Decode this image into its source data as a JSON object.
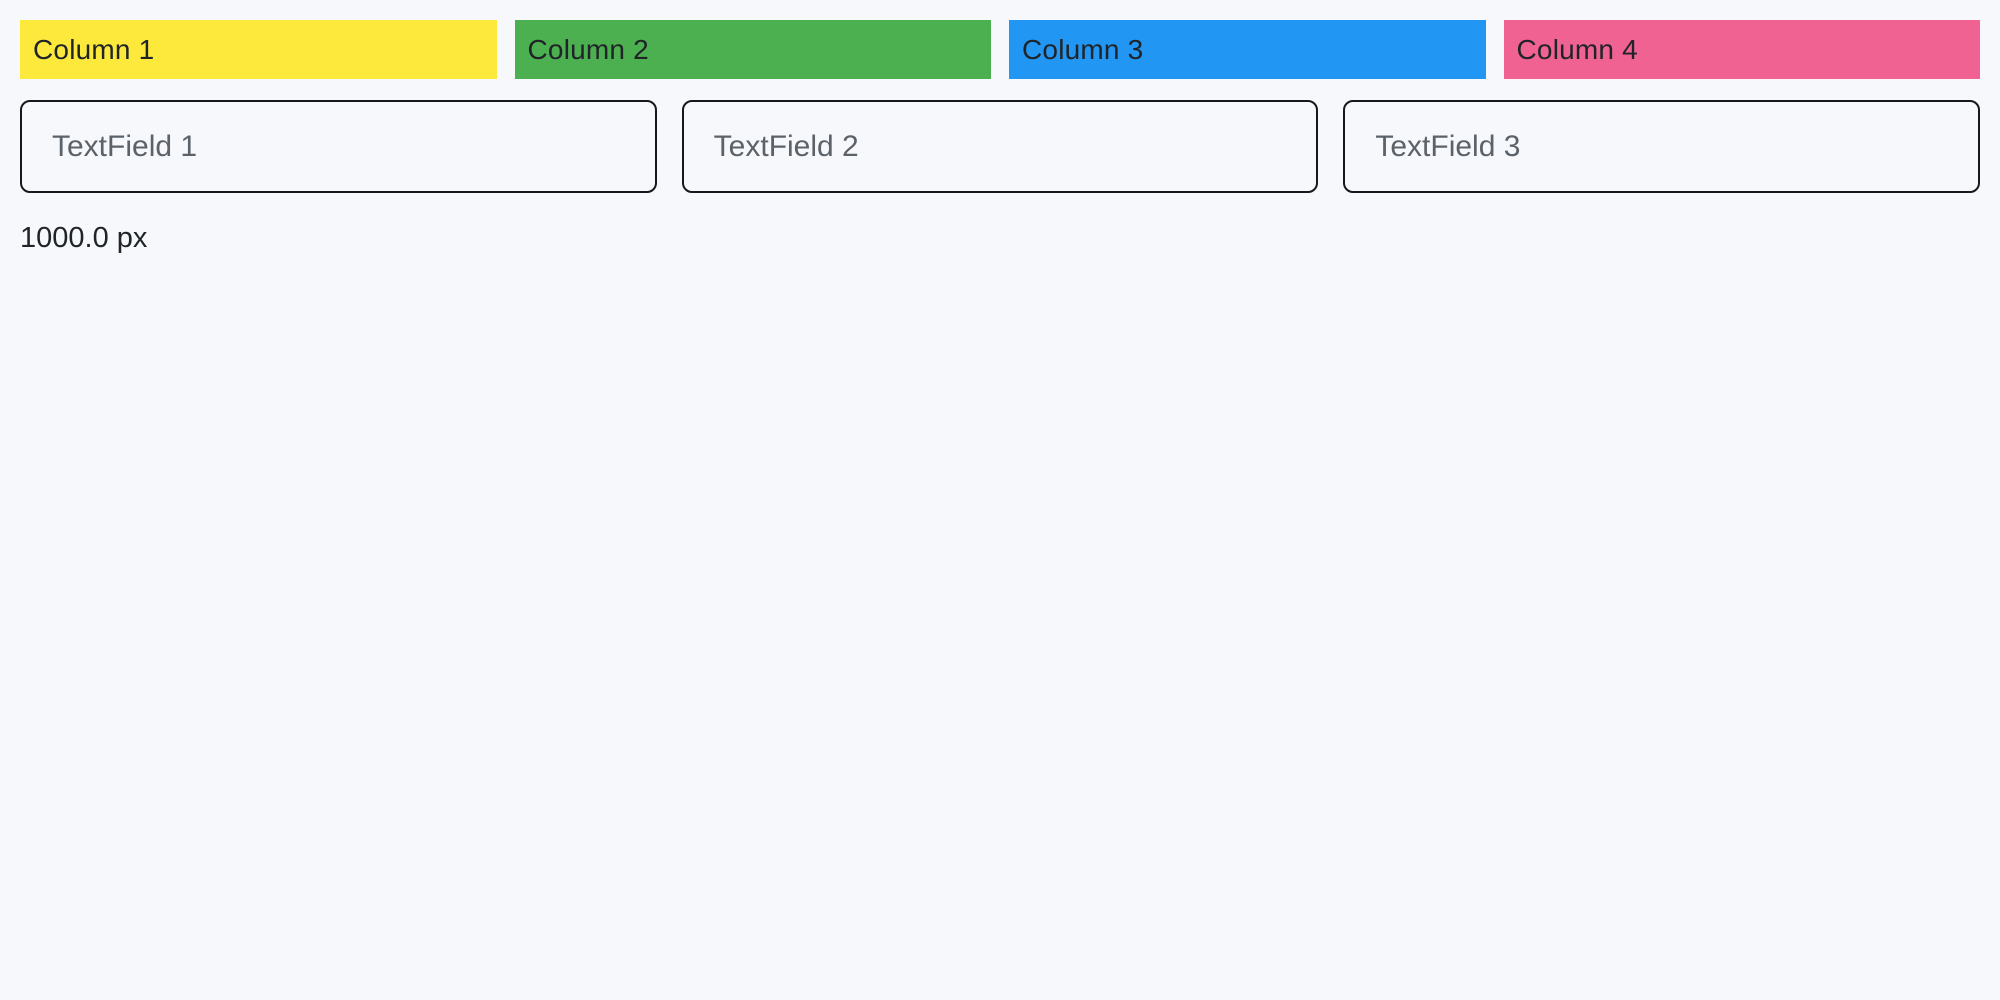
{
  "page": {
    "background_color": "#F7F8FB",
    "width_label": "1000.0 px"
  },
  "columns": [
    {
      "label": "Column 1",
      "color": "#FDE93B"
    },
    {
      "label": "Column 2",
      "color": "#4CAF50"
    },
    {
      "label": "Column 3",
      "color": "#2196F3"
    },
    {
      "label": "Column 4",
      "color": "#F06292"
    }
  ],
  "textfields": [
    {
      "placeholder": "TextField 1",
      "value": ""
    },
    {
      "placeholder": "TextField 2",
      "value": ""
    },
    {
      "placeholder": "TextField 3",
      "value": ""
    }
  ],
  "colors": {
    "field_border": "#15191E",
    "placeholder_text": "#5C6269",
    "label_text": "#1F2428",
    "column_label_text": "#202428"
  }
}
